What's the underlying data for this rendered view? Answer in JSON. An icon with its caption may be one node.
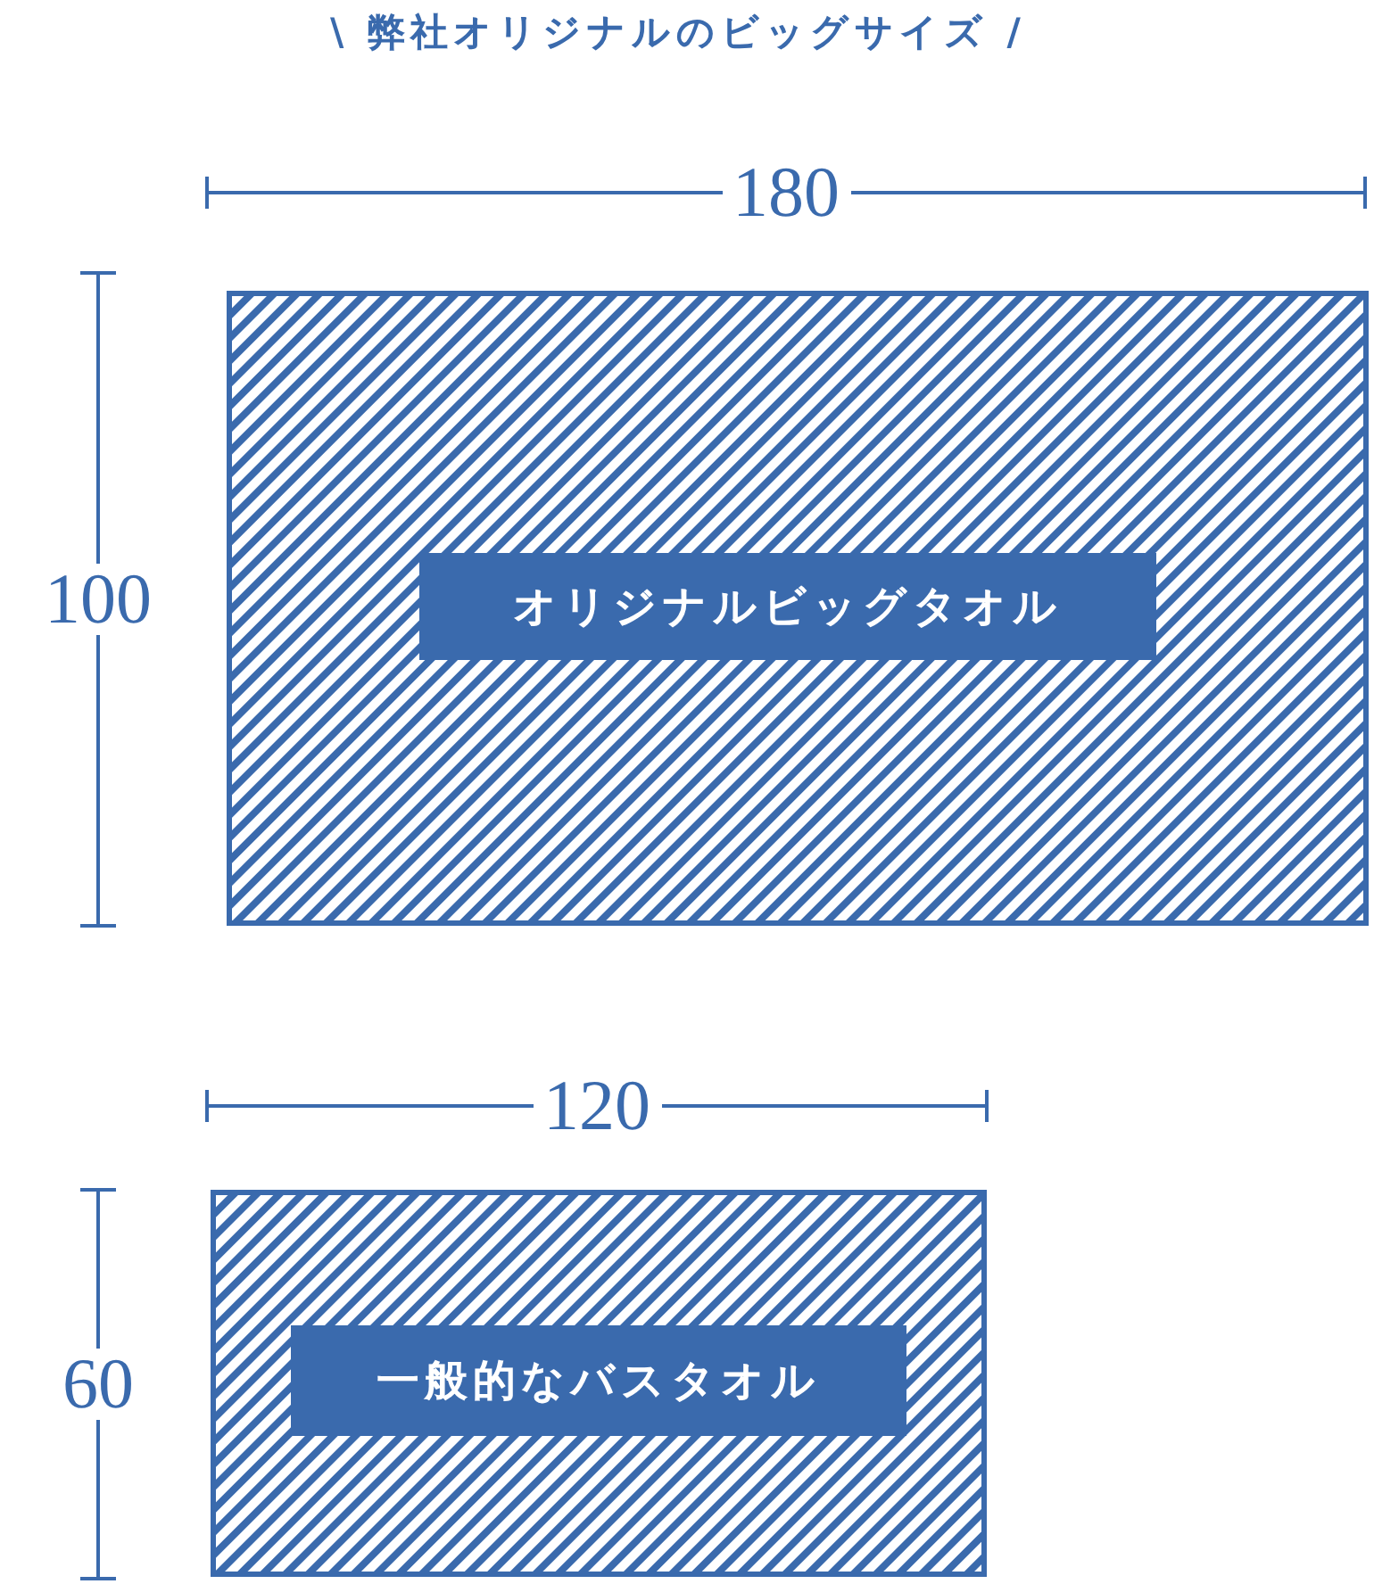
{
  "diagram": {
    "title": "\\ 弊社オリジナルのビッグサイズ /",
    "nodes": [
      {
        "text": [
          "オリジナルビッグタオル"
        ]
      },
      {
        "text": [
          "一般的なバスタオル"
        ]
      }
    ],
    "labels": [
      "180",
      "100",
      "120",
      "60"
    ]
  }
}
